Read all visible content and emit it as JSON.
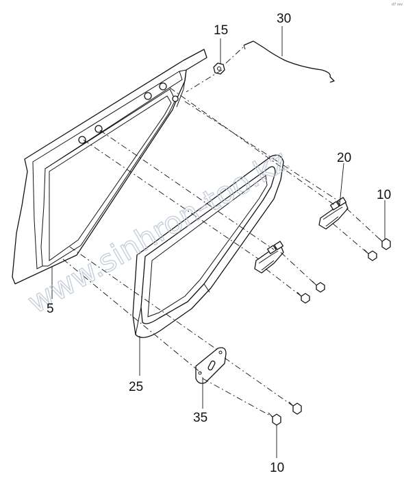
{
  "diagram": {
    "callouts": {
      "c15": "15",
      "c30": "30",
      "c20": "20",
      "c10_top": "10",
      "c5": "5",
      "c25": "25",
      "c35": "35",
      "c10_bottom": "10"
    },
    "watermark": "www.sinhron-too.kz",
    "corner_mark": "d7 rev"
  }
}
